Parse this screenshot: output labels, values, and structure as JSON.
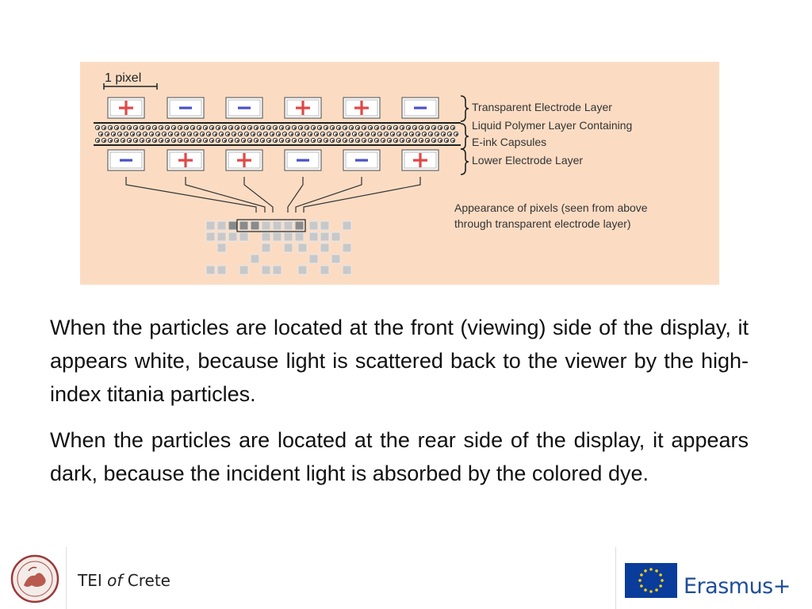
{
  "diagram": {
    "scale_label": "1 pixel",
    "layer_labels": [
      "Transparent Electrode Layer",
      "Liquid Polymer Layer Containing",
      "E-ink Capsules",
      "Lower Electrode Layer"
    ],
    "appearance_caption": [
      "Appearance of pixels (seen from above",
      "through transparent electrode layer)"
    ],
    "top_electrodes": [
      "+",
      "-",
      "-",
      "+",
      "+",
      "-"
    ],
    "bottom_electrodes": [
      "-",
      "+",
      "+",
      "-",
      "-",
      "+"
    ],
    "colors": {
      "background": "#fbdcc3",
      "plus": "#e04848",
      "minus": "#4a52c8",
      "pixel_light": "#c8c8c8",
      "pixel_dark": "#8a8a8a"
    }
  },
  "paragraphs": [
    "When the particles are located at the front (viewing) side of the display, it appears white, because light is scattered back to the viewer by the high-index titania particles.",
    "When the particles are located at the rear side of the display, it appears dark, because the incident light is absorbed by the colored dye."
  ],
  "footer": {
    "institution_pre": "TEI",
    "institution_of": "of",
    "institution_post": "Crete",
    "program_name": "Erasmus+",
    "left_logo_icon": "tei-crete-seal-icon",
    "right_logo_icon": "eu-flag-icon"
  }
}
